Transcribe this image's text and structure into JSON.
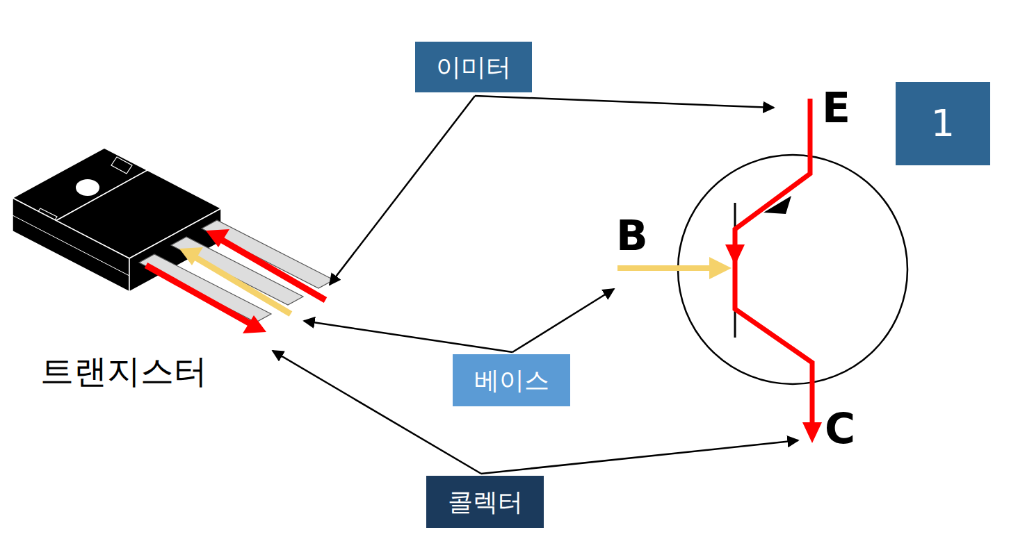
{
  "diagram": {
    "nodes": [
      {
        "text": [
          "이미터"
        ]
      },
      {
        "text": [
          "1"
        ]
      },
      {
        "text": [
          "베이스"
        ]
      },
      {
        "text": [
          "콜렉터"
        ]
      }
    ],
    "labels": [
      "E",
      "B",
      "C",
      "트랜지스터"
    ]
  }
}
